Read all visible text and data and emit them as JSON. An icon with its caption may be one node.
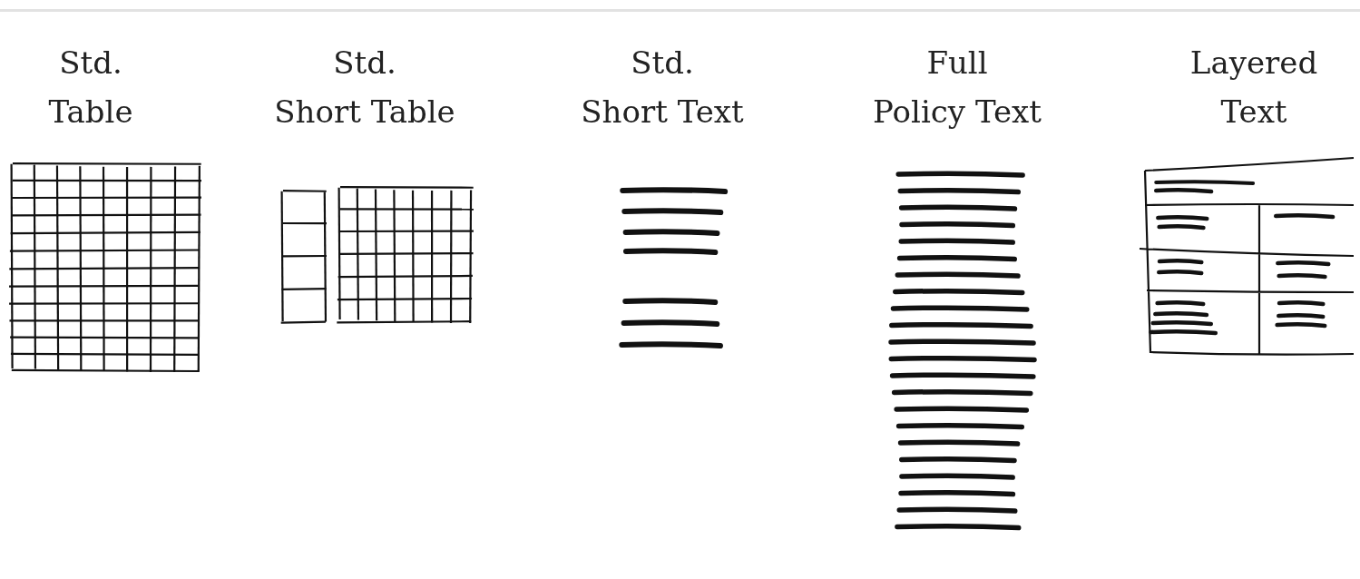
{
  "diagram": {
    "labels": [
      "Std. Table",
      "Std. Short Table",
      "Std. Short Text",
      "Full Policy Text",
      "Layered Text"
    ]
  }
}
